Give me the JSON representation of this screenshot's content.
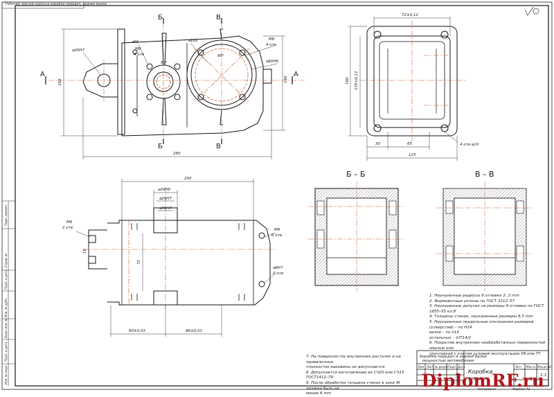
{
  "stamp_text": "Рабочий чертёж корпуса коробки передач, задней балки",
  "sections": {
    "b_marker": "Б",
    "v_marker": "В",
    "a_marker": "А",
    "bb_title": "Б – Б",
    "vv_title": "В – В"
  },
  "top_view_dims": {
    "d20h7": "⌀20H7",
    "d66": "⌀66",
    "d102": "⌀102",
    "m8_left": "M8",
    "m8_left_sub": "4 отв",
    "angle_left": "90°",
    "angle_right": "90°",
    "m8_right": "M8",
    "m8_right_sub": "4 отв",
    "d90h6": "⌀90H6",
    "height_left": "160",
    "height_right": "140",
    "length_total": "280"
  },
  "side_view_dims": {
    "width_top": "72±0,12",
    "height": "160",
    "inner_height": "135±0,12",
    "dim_30": "30",
    "dim_65": "65",
    "dim_125": "125",
    "holes": "4 отв ⌀10"
  },
  "front_view_dims": {
    "length": "200",
    "d34h8": "⌀34H8",
    "d29h7": "⌀29H7",
    "d30h7": "⌀30H7",
    "m6_left": "M6",
    "m6_left_sub": "2 отв",
    "m8_right": "M8",
    "m8_right_sub": "6 отв",
    "d8h7": "⌀8H7",
    "d8h7_sub": "2 отв",
    "dim_72": "72",
    "dim_16": "16",
    "bottom_left": "90±0,03",
    "bottom_right": "86±0,03"
  },
  "roughness": "√(✓)",
  "notes_right": [
    "1. Неуказанные радиусы 8 отливке 2..3 mm",
    "2. Формовочные уклоны по ГОСТ 3212–57",
    "3. Неуказанные допуски на размеры 8 отливке по ГОСТ 1855–55 кл.8",
    "4. Толщины стенок, неуказанные размеры 8,5 mm",
    "5. Неуказанные предельные отклонения размеров",
    "   (отверстий) – по Н14",
    "   валов         – по h14",
    "   остальных – ±IT14/2",
    "6. Покрытие внутренних необработанных поверхностей эмалью или",
    "   грунтовкой с учетом условий эксплуатации УЯ или ТТ"
  ],
  "notes_left": [
    "7. На поверхностях внутренних расточек и на привалочных",
    "   плоскостях раковины не допускаются",
    "8. Допускается изготовление из СЧ20 или СЧ15 ГОСТ1412–79",
    "9. После обработки толщина стенок в зоне Ж должна быть не",
    "   менее 6 mm"
  ],
  "title_block": {
    "doc_title": "Коробка передач и задней балки",
    "doc_subtitle": "мощностью автомобилем",
    "part_name": "Коробка",
    "part_sub": "передач",
    "scale": "1:1",
    "sheet_label": "Лит.",
    "mass_label": "Масса",
    "scale_label": "Масштаб",
    "copy_label": "Копировал",
    "format_label": "Формат  А1",
    "row_labels": [
      "Изм",
      "Лист",
      "№ докум.",
      "Подп.",
      "Дата"
    ]
  },
  "side_strip": [
    "Перв. примен.",
    "Справ. №",
    "Подп. и дата",
    "Инв. № дубл.",
    "Взам. инв. №",
    "Подп. и дата",
    "Инв. № подл."
  ],
  "watermark": "DiplomRF.ru"
}
